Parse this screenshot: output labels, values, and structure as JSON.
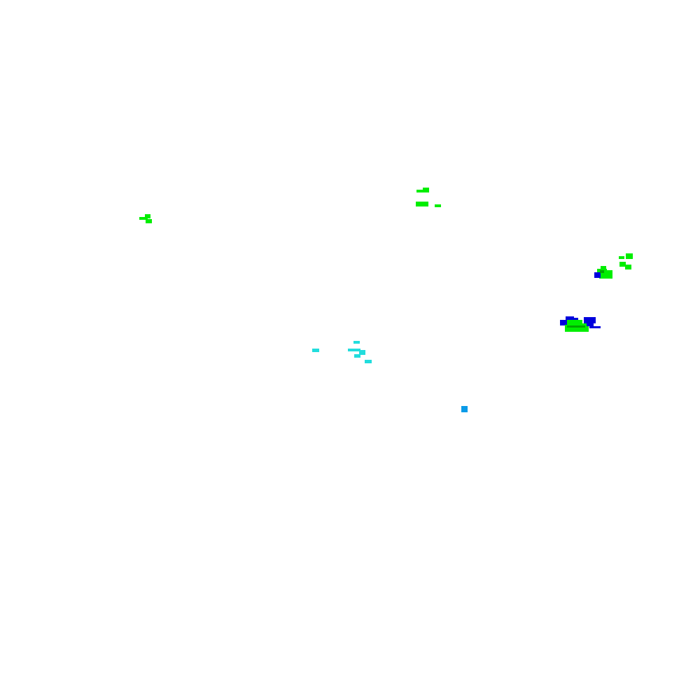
{
  "colors": {
    "background": "#ffffff",
    "green": "#00ee00",
    "dark_green": "#00a800",
    "blue": "#0000dd",
    "cyan": "#22dddd",
    "azure": "#0a9be8"
  },
  "clusters": [
    {
      "name": "green-cluster-left",
      "color": "green"
    },
    {
      "name": "green-cluster-top",
      "color": "green"
    },
    {
      "name": "green-cluster-right",
      "color": "green"
    },
    {
      "name": "blue-green-cluster-upper",
      "color": "blue"
    },
    {
      "name": "blue-green-cluster-lower",
      "color": "blue"
    },
    {
      "name": "cyan-cluster",
      "color": "cyan"
    },
    {
      "name": "azure-dot",
      "color": "azure"
    }
  ]
}
